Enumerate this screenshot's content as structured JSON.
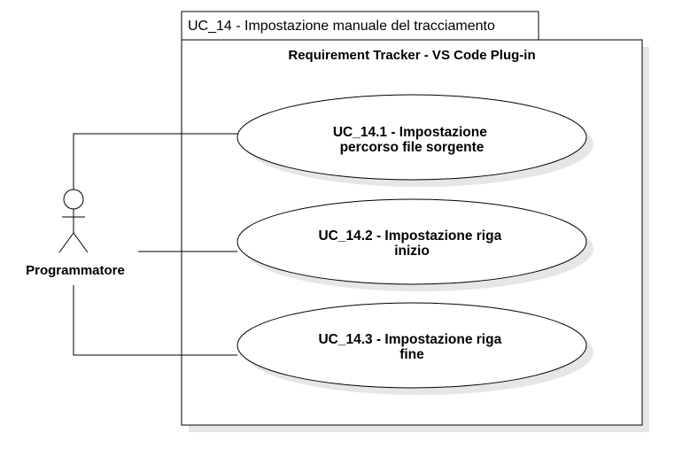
{
  "frame": {
    "label": "UC_14 - Impostazione manuale del tracciamento"
  },
  "system": {
    "title": "Requirement Tracker - VS Code Plug-in"
  },
  "actor": {
    "name": "Programmatore"
  },
  "use_cases": [
    {
      "lines": [
        "UC_14.1 - Impostazione",
        "percorso file sorgente"
      ]
    },
    {
      "lines": [
        "UC_14.2 - Impostazione riga",
        "inizio"
      ]
    },
    {
      "lines": [
        "UC_14.3 - Impostazione riga",
        "fine"
      ]
    }
  ],
  "colors": {
    "stroke": "#000000",
    "shadow": "#e6e6e6",
    "fill": "#ffffff"
  }
}
